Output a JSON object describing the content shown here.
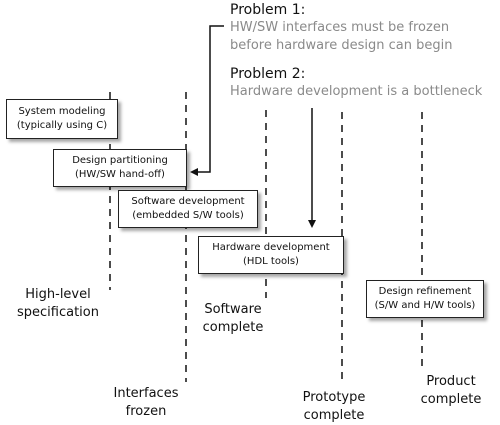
{
  "problems": [
    {
      "title": "Problem 1:",
      "lines": [
        "HW/SW interfaces must be frozen",
        "before hardware design can begin"
      ]
    },
    {
      "title": "Problem 2:",
      "lines": [
        "Hardware development is a bottleneck"
      ]
    }
  ],
  "tasks": [
    {
      "lines": [
        "System modeling",
        "(typically using C)"
      ]
    },
    {
      "lines": [
        "Design partitioning",
        "(HW/SW hand-off)"
      ]
    },
    {
      "lines": [
        "Software development",
        "(embedded S/W tools)"
      ]
    },
    {
      "lines": [
        "Hardware development",
        "(HDL tools)"
      ]
    },
    {
      "lines": [
        "Design refinement",
        "(S/W and H/W tools)"
      ]
    }
  ],
  "milestones": [
    {
      "lines": [
        "High-level",
        "specification"
      ]
    },
    {
      "lines": [
        "Interfaces",
        "frozen"
      ]
    },
    {
      "lines": [
        "Software",
        "complete"
      ]
    },
    {
      "lines": [
        "Prototype",
        "complete"
      ]
    },
    {
      "lines": [
        "Product",
        "complete"
      ]
    }
  ]
}
